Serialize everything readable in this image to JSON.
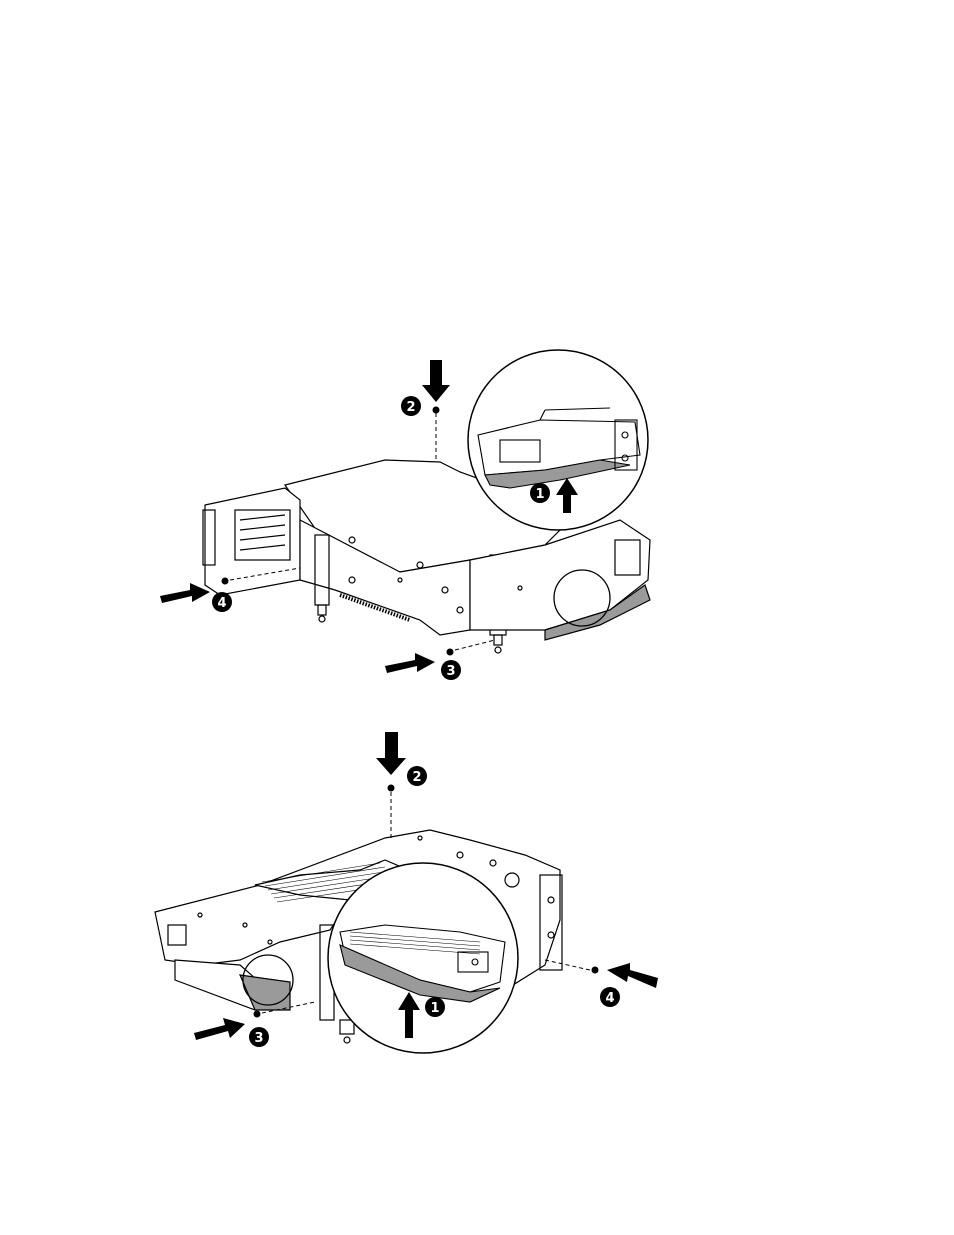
{
  "figures": [
    {
      "id": "top",
      "callouts": [
        {
          "number": "1",
          "meaning": "lift"
        },
        {
          "number": "2",
          "meaning": "screw"
        },
        {
          "number": "3",
          "meaning": "screw"
        },
        {
          "number": "4",
          "meaning": "screw"
        }
      ]
    },
    {
      "id": "bottom",
      "callouts": [
        {
          "number": "1",
          "meaning": "lift"
        },
        {
          "number": "2",
          "meaning": "screw"
        },
        {
          "number": "3",
          "meaning": "screw"
        },
        {
          "number": "4",
          "meaning": "screw"
        }
      ]
    }
  ],
  "colors": {
    "line": "#000000",
    "fill_gray": "#9a9a9a",
    "background": "#ffffff"
  }
}
